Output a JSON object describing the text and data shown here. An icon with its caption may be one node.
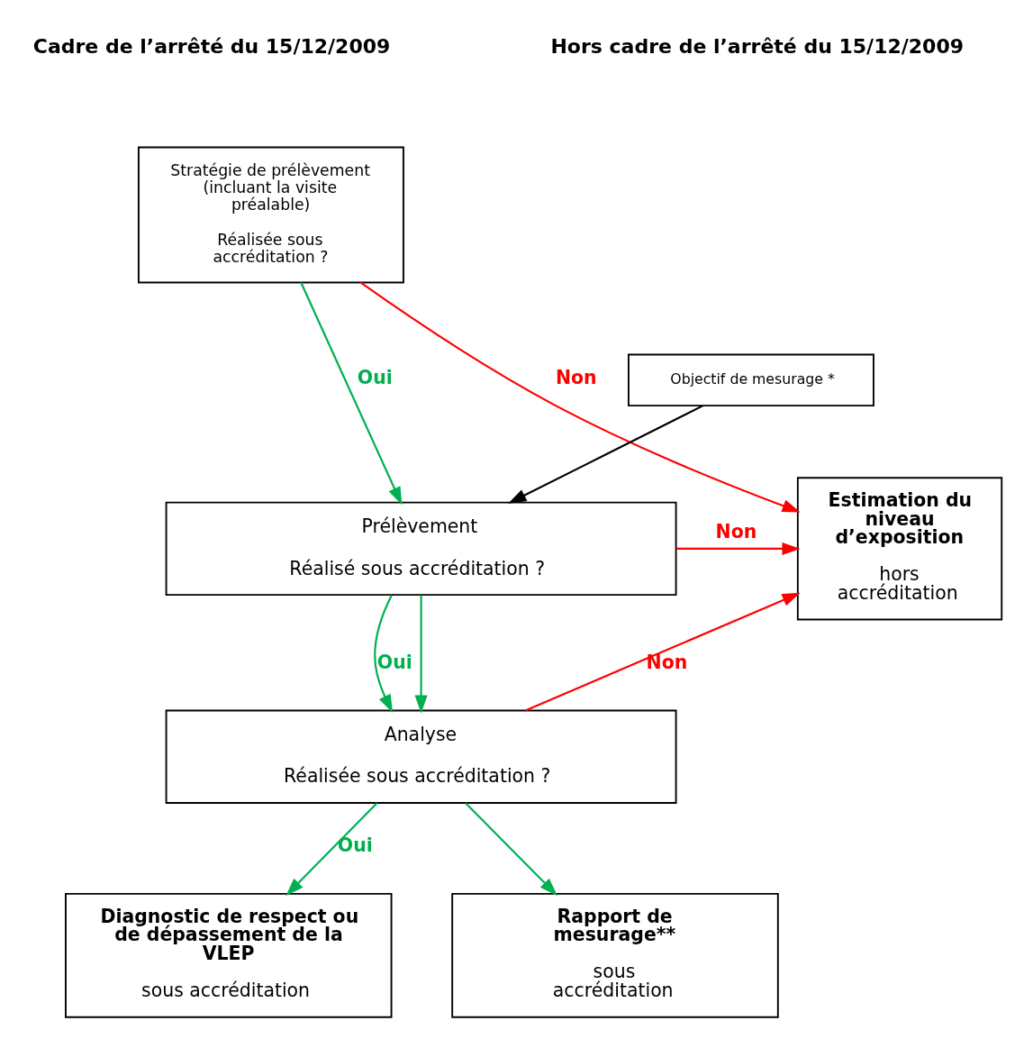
{
  "diagram": {
    "nodes": [
      {
        "text": [
          "Stratégie de prélèvement (incluant la visite préalable)",
          "Réalisée sous accréditation ?"
        ]
      },
      {
        "text": [
          "Objectif de mesurage *"
        ]
      },
      {
        "text": [
          "Estimation du niveau d’exposition",
          "hors accréditation"
        ]
      },
      {
        "text": [
          "Prélèvement",
          "Réalisé sous accréditation ?"
        ]
      },
      {
        "text": [
          "Analyse",
          "Réalisée sous accréditation ?"
        ]
      },
      {
        "text": [
          "Diagnostic de respect ou de dépassement de la VLEP",
          "sous accréditation"
        ]
      },
      {
        "text": [
          "Rapport de mesurage**",
          "sous accréditation"
        ]
      }
    ],
    "edges": [
      {
        "from": 0,
        "to": 2,
        "arrow": "to",
        "label": "Non",
        "color": "#ff0000"
      },
      {
        "from": 0,
        "to": 3,
        "arrow": "to",
        "label": "Oui"
      },
      {
        "from": 1,
        "to": 3,
        "arrow": "to",
        "color": "#000000"
      },
      {
        "from": 3,
        "to": 2,
        "arrow": "to",
        "label": "Non",
        "color": "#ff0000"
      },
      {
        "from": 3,
        "to": 4,
        "arrow": "to",
        "label": "Oui"
      },
      {
        "from": 3,
        "to": 4,
        "arrow": "to"
      },
      {
        "from": 4,
        "to": 2,
        "arrow": "to",
        "label": "Non",
        "color": "#ff0000"
      },
      {
        "from": 4,
        "to": 5,
        "arrow": "to",
        "label": "Oui"
      },
      {
        "from": 4,
        "to": 6,
        "arrow": "to"
      }
    ],
    "labels": [
      "Cadre de l’arrêté du 15/12/2009",
      "Hors cadre de l’arrêté du 15/12/2009"
    ]
  }
}
